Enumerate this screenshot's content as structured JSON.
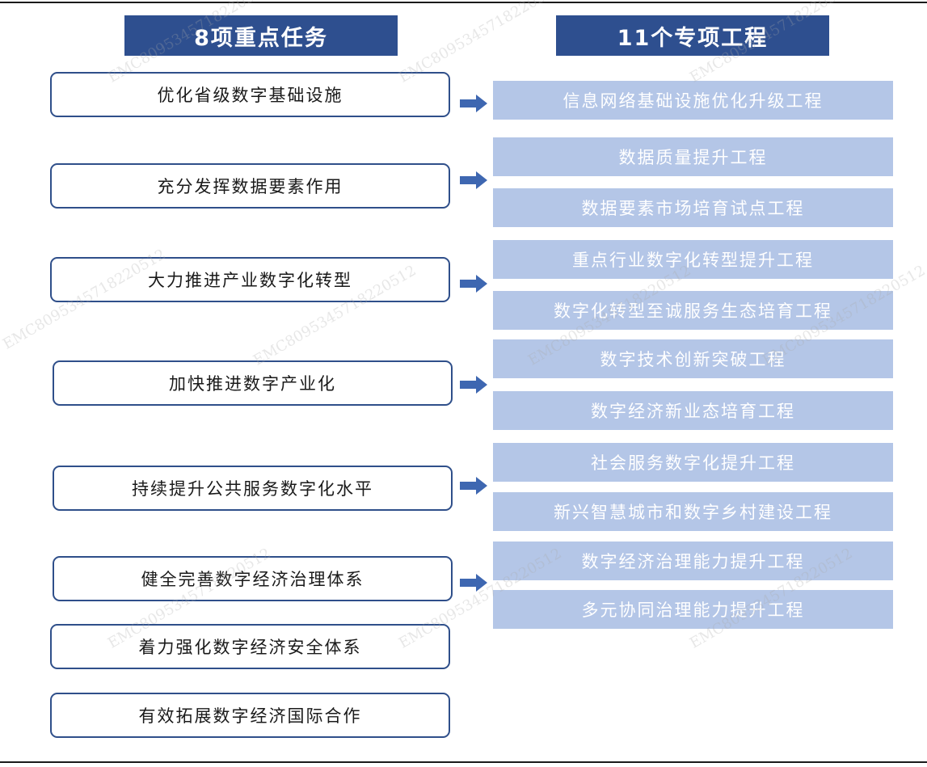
{
  "headers": {
    "left": "8项重点任务",
    "right": "11个专项工程"
  },
  "tasks": [
    "优化省级数字基础设施",
    "充分发挥数据要素作用",
    "大力推进产业数字化转型",
    "加快推进数字产业化",
    "持续提升公共服务数字化水平",
    "健全完善数字经济治理体系",
    "着力强化数字经济安全体系",
    "有效拓展数字经济国际合作"
  ],
  "projects": [
    "信息网络基础设施优化升级工程",
    "数据质量提升工程",
    "数据要素市场培育试点工程",
    "重点行业数字化转型提升工程",
    "数字化转型至诚服务生态培育工程",
    "数字技术创新突破工程",
    "数字经济新业态培育工程",
    "社会服务数字化提升工程",
    "新兴智慧城市和数字乡村建设工程",
    "数字经济治理能力提升工程",
    "多元协同治理能力提升工程"
  ],
  "watermark": "EMC8095345718220512",
  "colors": {
    "header_bg": "#2e4f8f",
    "task_border": "#2f4f8a",
    "project_bg": "#b4c6e7",
    "arrow": "#3e67b1"
  }
}
